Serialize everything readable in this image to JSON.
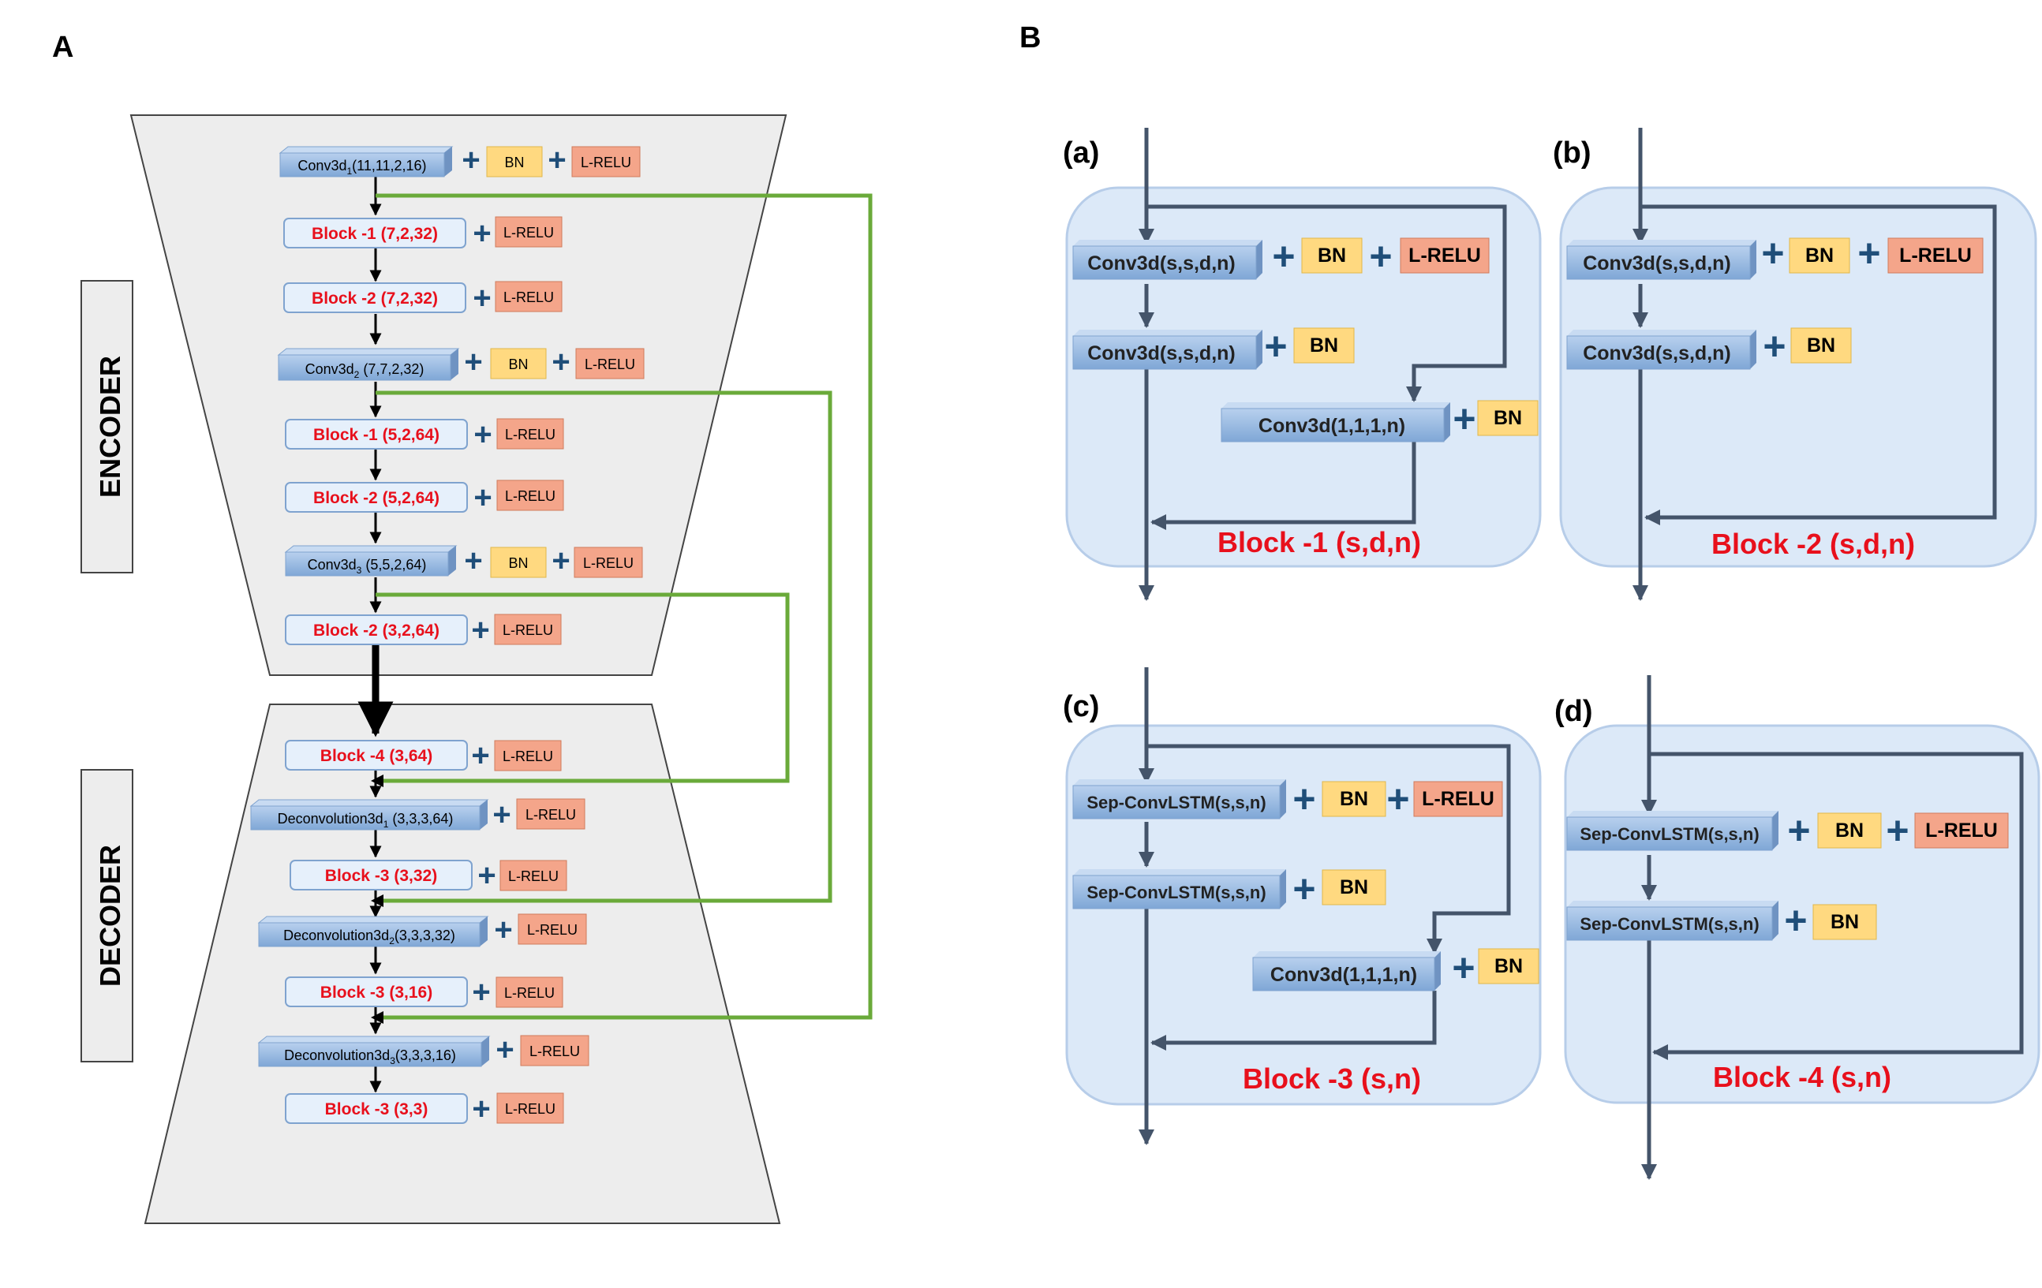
{
  "panel_a": {
    "label": "A",
    "encoder_label": "ENCODER",
    "decoder_label": "DECODER",
    "layers": {
      "conv1": {
        "name": "Conv3d",
        "sub": "1",
        "args": "(11,11,2,16)"
      },
      "e_b1_1": "Block -1 (7,2,32)",
      "e_b2_1": "Block -2 (7,2,32)",
      "conv2": {
        "name": "Conv3d",
        "sub": "2",
        "args": " (7,7,2,32)"
      },
      "e_b1_2": "Block -1 (5,2,64)",
      "e_b2_2": "Block -2 (5,2,64)",
      "conv3": {
        "name": "Conv3d",
        "sub": "3",
        "args": " (5,5,2,64)"
      },
      "e_b2_3": "Block -2 (3,2,64)",
      "d_b4": "Block -4 (3,64)",
      "deconv1": {
        "name": "Deconvolution3d",
        "sub": "1",
        "args": " (3,3,3,64)"
      },
      "d_b3_1": "Block -3 (3,32)",
      "deconv2": {
        "name": "Deconvolution3d",
        "sub": "2",
        "args": "(3,3,3,32)"
      },
      "d_b3_2": "Block -3 (3,16)",
      "deconv3": {
        "name": "Deconvolution3d",
        "sub": "3",
        "args": "(3,3,3,16)"
      },
      "d_b3_3": "Block -3 (3,3)"
    }
  },
  "panel_b": {
    "label": "B",
    "blocks": [
      {
        "tag": "(a)",
        "title": "Block -1 (s,d,n)",
        "layer1": "Conv3d(s,s,d,n)",
        "layer2": "Conv3d(s,s,d,n)",
        "skip": "Conv3d(1,1,1,n)"
      },
      {
        "tag": "(b)",
        "title": "Block -2 (s,d,n)",
        "layer1": "Conv3d(s,s,d,n)",
        "layer2": "Conv3d(s,s,d,n)"
      },
      {
        "tag": "(c)",
        "title": "Block -3 (s,n)",
        "layer1": "Sep-ConvLSTM(s,s,n)",
        "layer2": "Sep-ConvLSTM(s,s,n)",
        "skip": "Conv3d(1,1,1,n)"
      },
      {
        "tag": "(d)",
        "title": "Block -4 (s,n)",
        "layer1": "Sep-ConvLSTM(s,s,n)",
        "layer2": "Sep-ConvLSTM(s,s,n)"
      }
    ]
  },
  "tokens": {
    "bn": "BN",
    "lrelu": "L-RELU",
    "plus": "+"
  },
  "colors": {
    "layer_blue": "#9dbde3",
    "block_fill": "#e6f0fb",
    "bn_fill": "#ffd980",
    "lrelu_fill": "#f4a58a",
    "red_text": "#e8101c",
    "green_skip": "#6aaa3a",
    "plus": "#1f4e79",
    "panel_bg": "#ededed"
  }
}
